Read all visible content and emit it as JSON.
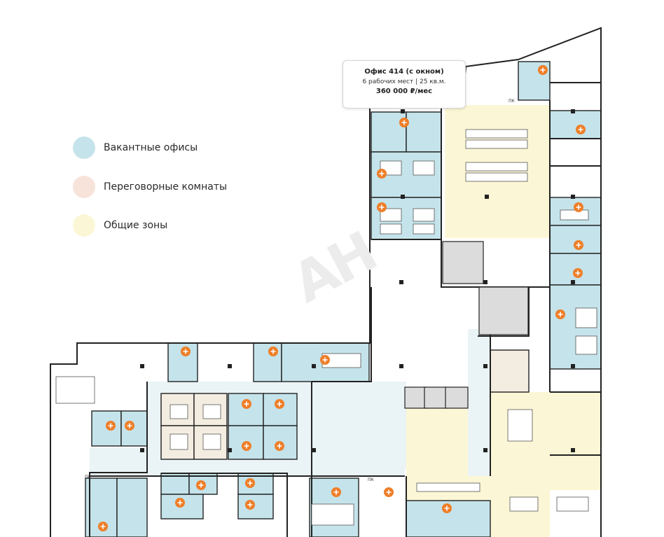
{
  "legend": {
    "items": [
      {
        "label": "Вакантные офисы",
        "color": "#c5e3ea"
      },
      {
        "label": "Переговорные комнаты",
        "color": "#f7e3da"
      },
      {
        "label": "Общие зоны",
        "color": "#fbf7d6"
      }
    ]
  },
  "tooltip": {
    "title": "Офис 414 (с окном)",
    "details": "6 рабочих мест | 25 кв.м.",
    "price": "360 000 ₽/мес"
  },
  "watermark": "AH",
  "plan_labels": {
    "fire_cabinet": "ПК"
  },
  "colors": {
    "vacant": "#c5e3ea",
    "meeting": "#f3ece0",
    "common": "#fbf7d6",
    "plus_marker": "#ee7e28",
    "wall": "#222222"
  },
  "icons": {
    "vacant_office_marker": "plus-marker-icon"
  }
}
